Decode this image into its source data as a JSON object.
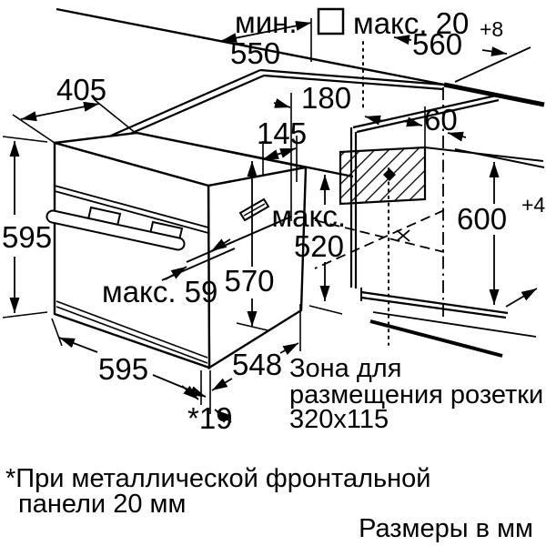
{
  "colors": {
    "ink": "#000000",
    "bg": "#ffffff"
  },
  "dimensions": {
    "countertop_depth_min": {
      "prefix": "мин.",
      "value": "550"
    },
    "countertop_overhang_max": {
      "label": "макс. 20"
    },
    "niche_width": {
      "value": "560",
      "tolerance": "+8"
    },
    "oven_top_depth": {
      "value": "405"
    },
    "offset_180": {
      "value": "180"
    },
    "offset_145": {
      "value": "145"
    },
    "offset_60": {
      "value": "60"
    },
    "oven_front_height": {
      "value": "595"
    },
    "niche_depth_max": {
      "prefix": "макс.",
      "value": "520"
    },
    "oven_body_height": {
      "value": "570"
    },
    "niche_height": {
      "value": "600",
      "tolerance": "+4"
    },
    "door_protrusion_max": {
      "label": "макс. 59"
    },
    "oven_front_width": {
      "value": "595"
    },
    "oven_body_depth": {
      "value": "548"
    },
    "front_panel_gap": {
      "value": "*19"
    }
  },
  "socket_zone_note": {
    "line1": "Зона для",
    "line2": "размещения розетки",
    "line3": "320x115"
  },
  "footnote": {
    "line1": "*При металлической фронтальной",
    "line2": "панели 20 мм"
  },
  "units_note": "Размеры в мм"
}
